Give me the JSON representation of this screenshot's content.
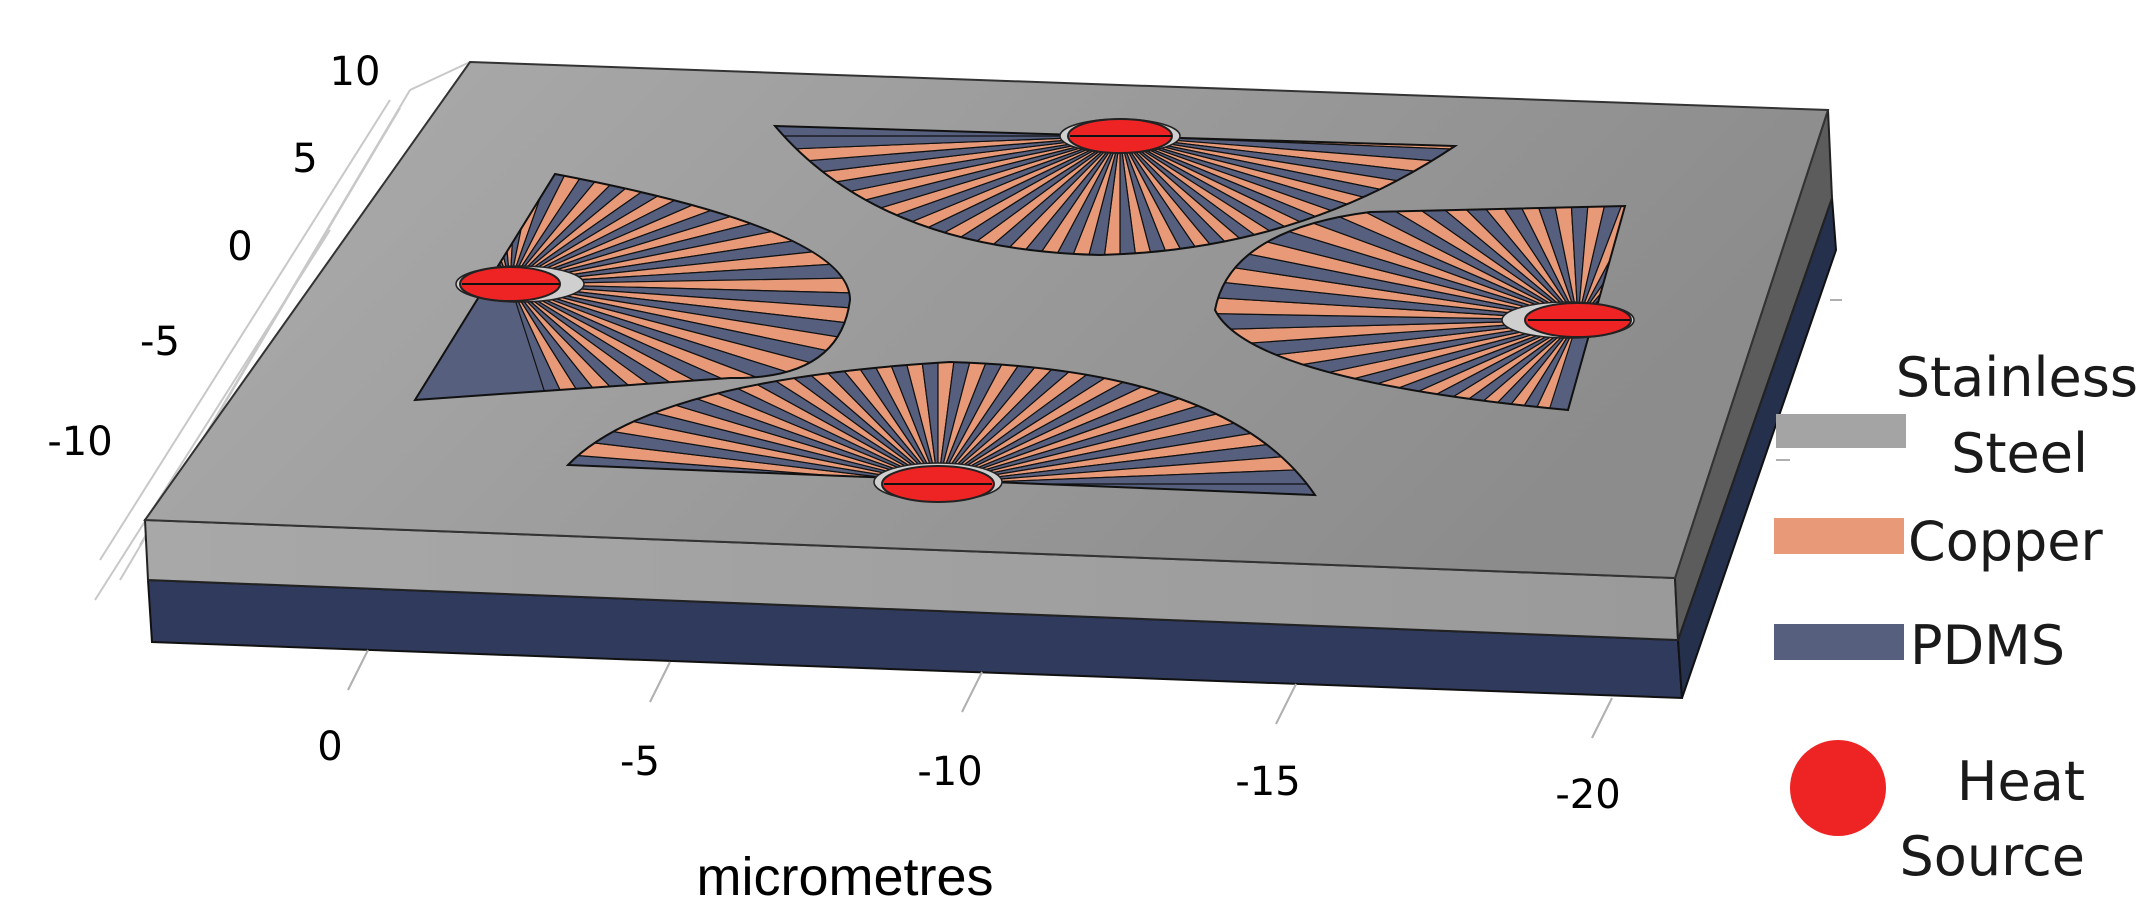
{
  "axes": {
    "x_title": "micrometres",
    "x_ticks": [
      "0",
      "-5",
      "-10",
      "-15",
      "-20"
    ],
    "y_ticks": [
      "10",
      "5",
      "0",
      "-5",
      "-10"
    ]
  },
  "legend": {
    "steel_line1": "Stainless",
    "steel_line2": "Steel",
    "copper": "Copper",
    "pdms": "PDMS",
    "heat_line1": "Heat",
    "heat_line2": "Source"
  },
  "colors": {
    "steel": "#a4a4a4",
    "copper": "#e89a78",
    "pdms": "#56607e",
    "heat": "#ee2424",
    "base_layer": "#2f3a5c"
  },
  "spokes_per_fan": 44
}
